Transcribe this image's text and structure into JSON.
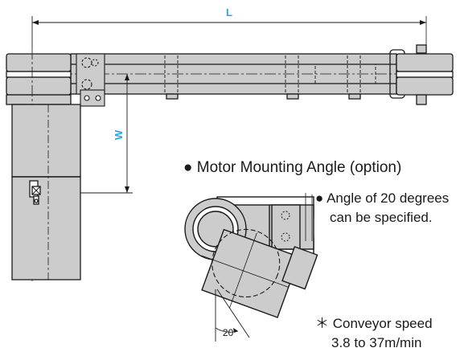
{
  "dimensions": {
    "length_label": "L",
    "width_label": "W",
    "angle_label": "20°",
    "accent_color": "#29a8e0"
  },
  "detail": {
    "title": "Motor Mounting Angle (option)",
    "bullet_glyph": "●",
    "note_bullet_glyph": "●",
    "note_line1": "Angle of 20 degrees",
    "note_line2": "can be specified.",
    "speed_marker": "＊",
    "speed_line1": "Conveyor speed",
    "speed_line2": "3.8 to 37m/min"
  },
  "colors": {
    "body_fill": "#cccccc",
    "body_fill_dark": "#b8b8b8",
    "line": "#1a1a1a",
    "background": "#ffffff"
  }
}
